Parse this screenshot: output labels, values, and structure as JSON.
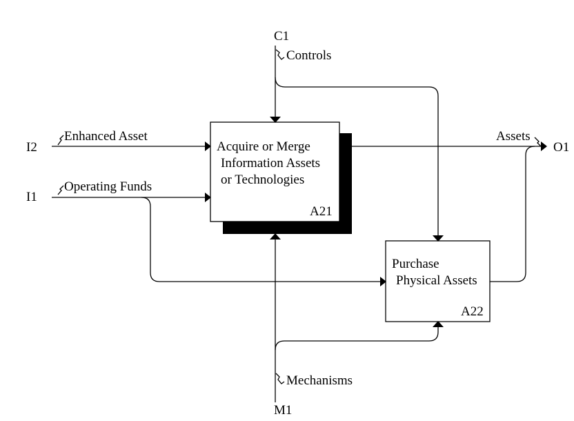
{
  "diagram": {
    "boxes": [
      {
        "id": "a21",
        "title_lines": [
          "Acquire or Merge",
          "Information Assets",
          "or Technologies"
        ],
        "node_number": "A21"
      },
      {
        "id": "a22",
        "title_lines": [
          "Purchase",
          "Physical Assets"
        ],
        "node_number": "A22"
      }
    ],
    "boundary": {
      "c1": {
        "code": "C1",
        "label": "Controls"
      },
      "i2": {
        "code": "I2",
        "label": "Enhanced Asset"
      },
      "i1": {
        "code": "I1",
        "label": "Operating Funds"
      },
      "o1": {
        "code": "O1",
        "label": "Assets"
      },
      "m1": {
        "code": "M1",
        "label": "Mechanisms"
      }
    }
  }
}
